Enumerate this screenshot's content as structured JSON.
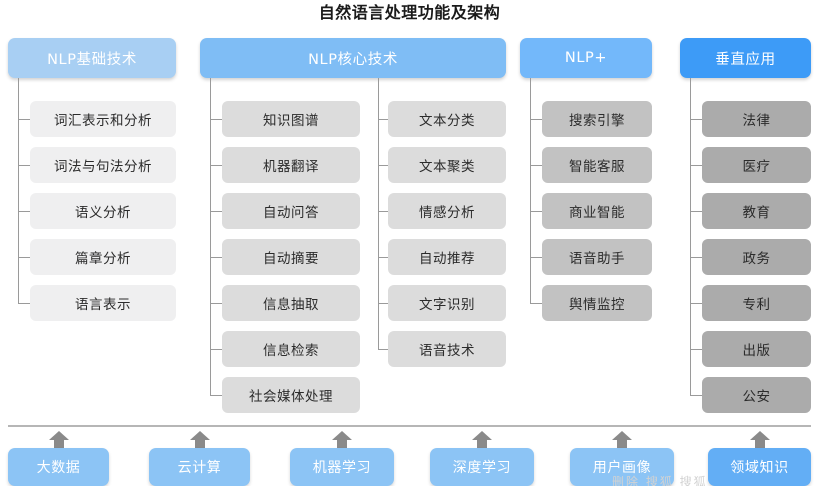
{
  "title": "自然语言处理功能及架构",
  "colors": {
    "header_basic": "#a8cff3",
    "header_core": "#7fbdf5",
    "header_plus": "#73b8fa",
    "header_vertical": "#3d9bf7",
    "node_basic": "#efeff0",
    "node_core": "#dcdcdc",
    "node_plus": "#c2c2c2",
    "node_vertical": "#ababab",
    "base_box": "#8cc4f5",
    "base_box_last": "#63aef5",
    "connector": "#9a9a9a",
    "arrow": "#8a8a8a",
    "divider": "#b6b6b6",
    "title_text": "#1b1b1b"
  },
  "columns": [
    {
      "id": "nlp-basic",
      "header": "NLP基础技术",
      "groups": [
        {
          "id": "basic-list",
          "items": [
            "词汇表示和分析",
            "词法与句法分析",
            "语义分析",
            "篇章分析",
            "语言表示"
          ]
        }
      ]
    },
    {
      "id": "nlp-core",
      "header": "NLP核心技术",
      "groups": [
        {
          "id": "core-list-a",
          "items": [
            "知识图谱",
            "机器翻译",
            "自动问答",
            "自动摘要",
            "信息抽取",
            "信息检索",
            "社会媒体处理"
          ]
        },
        {
          "id": "core-list-b",
          "items": [
            "文本分类",
            "文本聚类",
            "情感分析",
            "自动推荐",
            "文字识别",
            "语音技术"
          ]
        }
      ]
    },
    {
      "id": "nlp-plus",
      "header": "NLP+",
      "groups": [
        {
          "id": "plus-list",
          "items": [
            "搜索引擎",
            "智能客服",
            "商业智能",
            "语音助手",
            "舆情监控"
          ]
        }
      ]
    },
    {
      "id": "vertical-app",
      "header": "垂直应用",
      "groups": [
        {
          "id": "vertical-list",
          "items": [
            "法律",
            "医疗",
            "教育",
            "政务",
            "专利",
            "出版",
            "公安"
          ]
        }
      ]
    }
  ],
  "foundation": {
    "items": [
      "大数据",
      "云计算",
      "机器学习",
      "深度学习",
      "用户画像",
      "领域知识"
    ],
    "arrow_icon": "arrow-up-icon"
  },
  "watermark": "删除 搜狐 搜狐"
}
